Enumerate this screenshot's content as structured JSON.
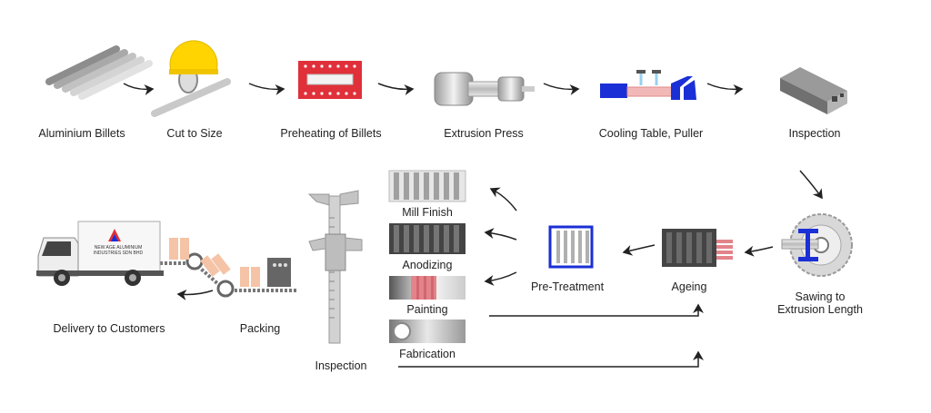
{
  "diagram": {
    "steps": {
      "billets": "Aluminium Billets",
      "cut": "Cut to Size",
      "preheat": "Preheating of Billets",
      "press": "Extrusion Press",
      "cooling": "Cooling Table, Puller",
      "inspection_top": "Inspection",
      "sawing_line1": "Sawing to",
      "sawing_line2": "Extrusion Length",
      "ageing": "Ageing",
      "pretreatment": "Pre-Treatment",
      "mill": "Mill Finish",
      "anodizing": "Anodizing",
      "painting": "Painting",
      "fabrication": "Fabrication",
      "inspection_bottom": "Inspection",
      "packing": "Packing",
      "delivery": "Delivery to Customers"
    },
    "truck_logo_line1": "NEW AGE ALUMINIUM",
    "truck_logo_line2": "INDUSTRIES SDN BHD",
    "colors": {
      "red": "#e0303a",
      "blue": "#1a2fd6",
      "yellow": "#ffd400",
      "dark": "#3a3a3a",
      "peach": "#f5c3a6"
    }
  }
}
